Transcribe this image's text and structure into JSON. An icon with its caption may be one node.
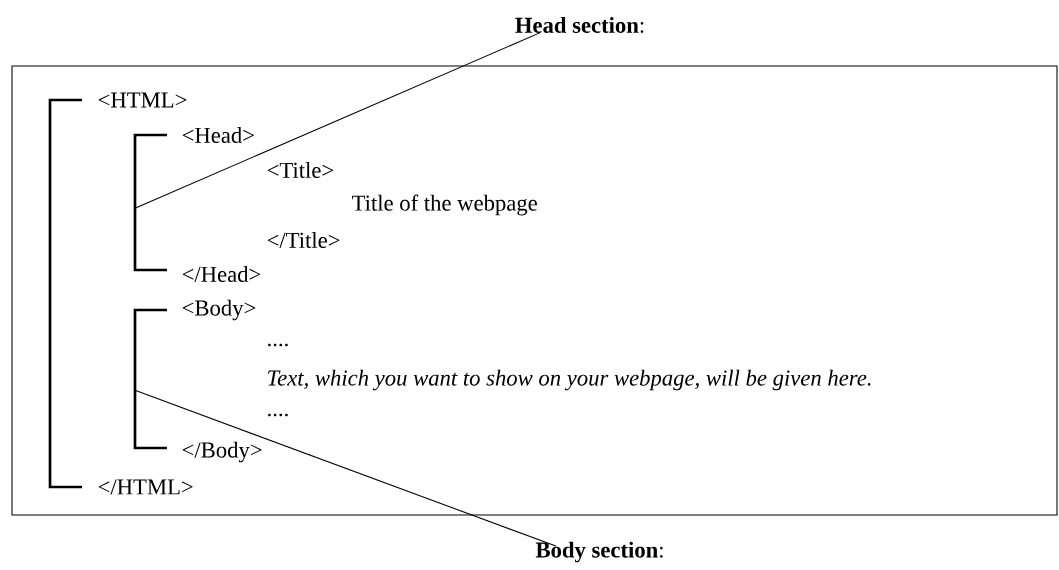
{
  "diagram": {
    "nodes": [
      {
        "text": [
          "**Head section**:"
        ]
      },
      {
        "text": [],
        "shape": "bracket"
      },
      {
        "text": [
          "**Body section**:"
        ]
      },
      {
        "text": [],
        "shape": "bracket"
      }
    ],
    "edges": [
      {
        "from": 0,
        "to": 1,
        "arrow": "none"
      },
      {
        "from": 2,
        "to": 3,
        "arrow": "none"
      }
    ],
    "labels": [
      "<HTML>",
      "<Head>",
      "<Title>",
      "Title of the webpage",
      "</Title>",
      "</Head>",
      "<Body>",
      "....",
      "Text, which you want to show on your webpage, will be given here.",
      "....",
      "</Body>",
      "</HTML>"
    ]
  }
}
